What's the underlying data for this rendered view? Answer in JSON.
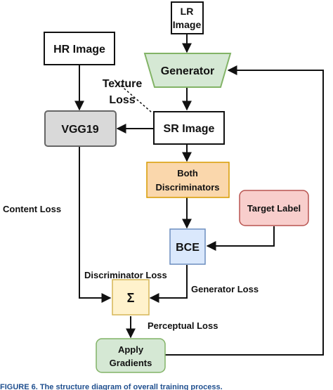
{
  "nodes": {
    "lr_image": {
      "lines": [
        "LR",
        "Image"
      ]
    },
    "hr_image": {
      "lines": [
        "HR Image"
      ]
    },
    "generator": {
      "lines": [
        "Generator"
      ]
    },
    "vgg19": {
      "lines": [
        "VGG19"
      ]
    },
    "sr_image": {
      "lines": [
        "SR Image"
      ]
    },
    "both_discriminators": {
      "lines": [
        "Both",
        "Discriminators"
      ]
    },
    "target_label": {
      "lines": [
        "Target Label"
      ]
    },
    "bce": {
      "lines": [
        "BCE"
      ]
    },
    "sum": {
      "lines": [
        "Σ"
      ]
    },
    "apply_gradients": {
      "lines": [
        "Apply",
        "Gradients"
      ]
    }
  },
  "edge_labels": {
    "texture_loss": [
      "Texture",
      "Loss"
    ],
    "content_loss": "Content Loss",
    "discriminator_loss": "Discriminator Loss",
    "generator_loss": "Generator Loss",
    "perceptual_loss": "Perceptual Loss"
  },
  "caption": "FIGURE 6. The structure diagram of overall training process.",
  "colors": {
    "generator_fill": "#d5e8d4",
    "generator_stroke": "#82b366",
    "vgg_fill": "#d9d9d9",
    "vgg_stroke": "#666666",
    "disc_fill": "#fad7ac",
    "disc_stroke": "#d79b00",
    "target_fill": "#f8cecc",
    "target_stroke": "#b85450",
    "bce_fill": "#dae8fc",
    "bce_stroke": "#6c8ebf",
    "sum_fill": "#fff2cc",
    "sum_stroke": "#d6b656",
    "apply_fill": "#d5e8d4",
    "apply_stroke": "#82b366"
  }
}
